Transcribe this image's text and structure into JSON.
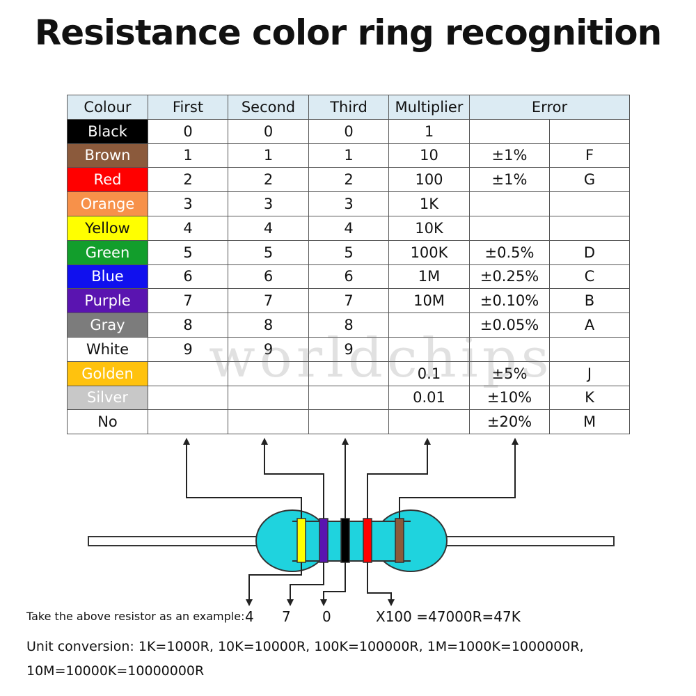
{
  "title": "Resistance color ring recognition",
  "table": {
    "headers": [
      "Colour",
      "First",
      "Second",
      "Third",
      "Multiplier",
      "Error"
    ],
    "rows": [
      {
        "colour": "Black",
        "swatch": "#000000",
        "first": "0",
        "second": "0",
        "third": "0",
        "multiplier": "1",
        "tolerance": "",
        "code": ""
      },
      {
        "colour": "Brown",
        "swatch": "#8b5a3c",
        "first": "1",
        "second": "1",
        "third": "1",
        "multiplier": "10",
        "tolerance": "±1%",
        "code": "F"
      },
      {
        "colour": "Red",
        "swatch": "#ff0000",
        "first": "2",
        "second": "2",
        "third": "2",
        "multiplier": "100",
        "tolerance": "±1%",
        "code": "G"
      },
      {
        "colour": "Orange",
        "swatch": "#f7914a",
        "first": "3",
        "second": "3",
        "third": "3",
        "multiplier": "1K",
        "tolerance": "",
        "code": ""
      },
      {
        "colour": "Yellow",
        "swatch": "#ffff00",
        "first": "4",
        "second": "4",
        "third": "4",
        "multiplier": "10K",
        "tolerance": "",
        "code": ""
      },
      {
        "colour": "Green",
        "swatch": "#129e2c",
        "first": "5",
        "second": "5",
        "third": "5",
        "multiplier": "100K",
        "tolerance": "±0.5%",
        "code": "D"
      },
      {
        "colour": "Blue",
        "swatch": "#1010ee",
        "first": "6",
        "second": "6",
        "third": "6",
        "multiplier": "1M",
        "tolerance": "±0.25%",
        "code": "C"
      },
      {
        "colour": "Purple",
        "swatch": "#5a14b0",
        "first": "7",
        "second": "7",
        "third": "7",
        "multiplier": "10M",
        "tolerance": "±0.10%",
        "code": "B"
      },
      {
        "colour": "Gray",
        "swatch": "#7c7c7c",
        "first": "8",
        "second": "8",
        "third": "8",
        "multiplier": "",
        "tolerance": "±0.05%",
        "code": "A"
      },
      {
        "colour": "White",
        "swatch": "#ffffff",
        "first": "9",
        "second": "9",
        "third": "9",
        "multiplier": "",
        "tolerance": "",
        "code": ""
      },
      {
        "colour": "Golden",
        "swatch": "#ffc20e",
        "first": "",
        "second": "",
        "third": "",
        "multiplier": "0.1",
        "tolerance": "±5%",
        "code": "J"
      },
      {
        "colour": "Silver",
        "swatch": "#c8c8c8",
        "first": "",
        "second": "",
        "third": "",
        "multiplier": "0.01",
        "tolerance": "±10%",
        "code": "K"
      },
      {
        "colour": "No",
        "swatch": "#ffffff",
        "first": "",
        "second": "",
        "third": "",
        "multiplier": "",
        "tolerance": "±20%",
        "code": "M"
      }
    ]
  },
  "resistor": {
    "body_color": "#1fd3de",
    "bands": [
      "#ffff00",
      "#5a14b0",
      "#000000",
      "#ff0000",
      "#8b5a3c"
    ]
  },
  "example": {
    "label": "Take the above resistor as an example:",
    "digit1": "4",
    "digit2": "7",
    "digit3": "0",
    "result": "X100  =47000R=47K"
  },
  "conversion": {
    "line1": "Unit conversion: 1K=1000R, 10K=10000R, 100K=100000R, 1M=1000K=1000000R,",
    "line2": "10M=10000K=10000000R"
  },
  "watermark": "worldchips"
}
